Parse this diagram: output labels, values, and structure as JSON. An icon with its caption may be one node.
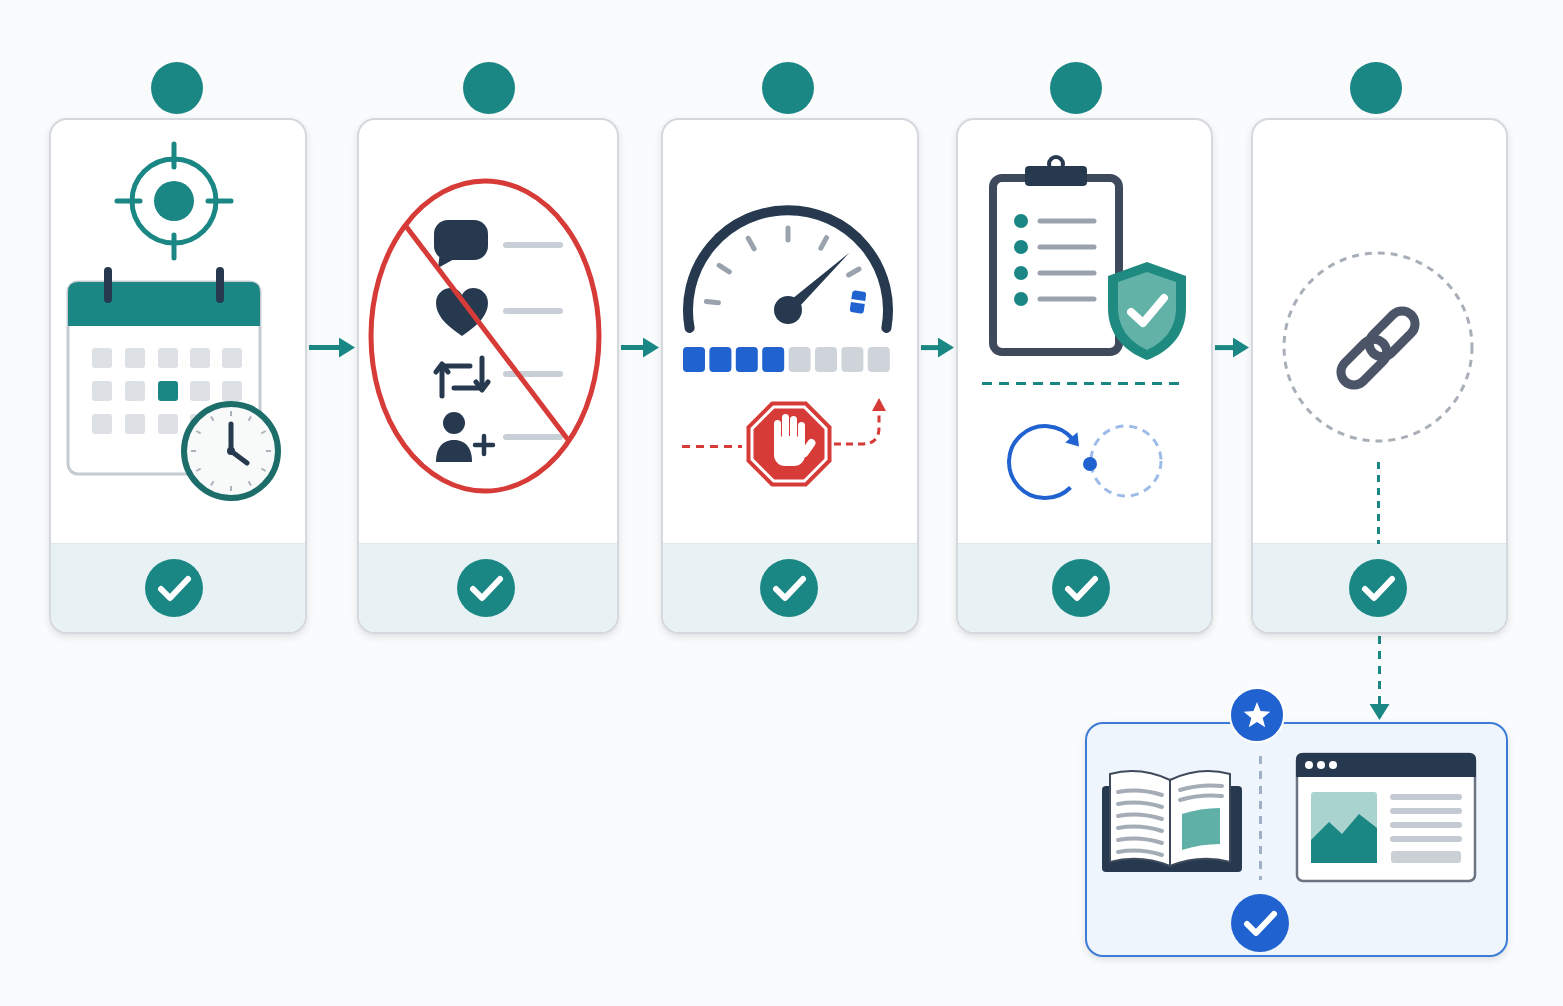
{
  "diagram": {
    "nodes": [
      {
        "text": [],
        "shape": "box"
      },
      {
        "text": [],
        "shape": "box"
      },
      {
        "text": [],
        "shape": "box"
      },
      {
        "text": [],
        "shape": "box"
      },
      {
        "text": [],
        "shape": "box"
      },
      {
        "text": [],
        "shape": "box"
      }
    ],
    "edges": [
      {
        "from": 0,
        "to": 1,
        "arrow": "to"
      },
      {
        "from": 1,
        "to": 2,
        "arrow": "to"
      },
      {
        "from": 2,
        "to": 3,
        "arrow": "to"
      },
      {
        "from": 3,
        "to": 4,
        "arrow": "to"
      },
      {
        "from": 4,
        "to": 5,
        "arrow": "to",
        "style": "dashed"
      }
    ]
  }
}
